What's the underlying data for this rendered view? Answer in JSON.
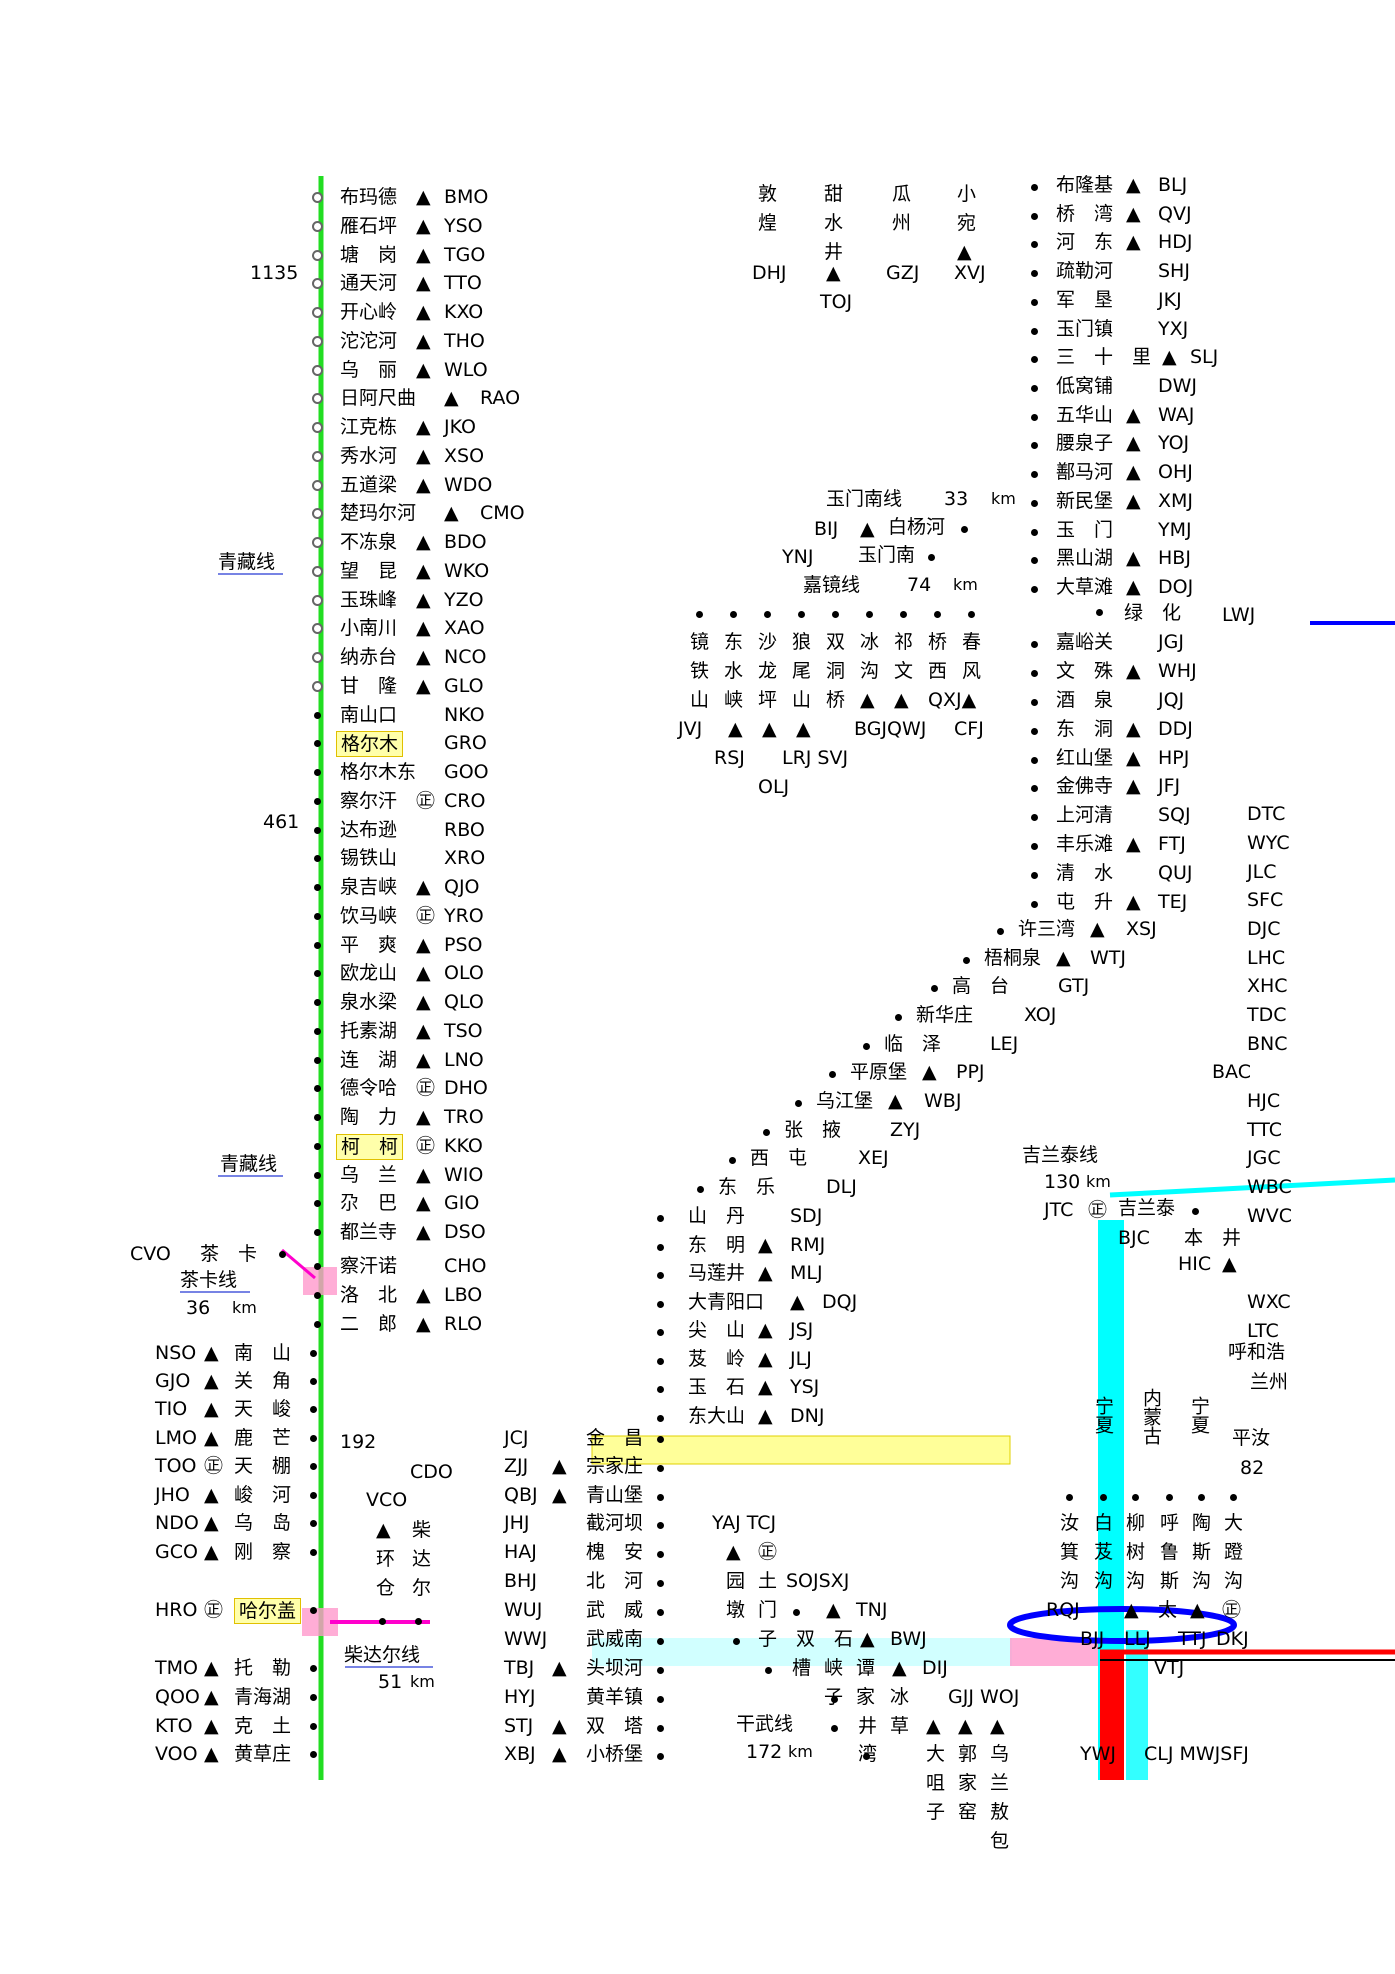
{
  "colors": {
    "qinghai_line": "#22dd22",
    "jilantai": "#00ffff",
    "red_line": "#ff0000",
    "blue_line": "#0000ff",
    "pink": "#ff99cc",
    "yellow": "#ffff99",
    "lightblue": "#ccffff"
  },
  "left_col": [
    {
      "name": "布玛德",
      "sym": "▲",
      "code": "BMO"
    },
    {
      "name": "雁石坪",
      "sym": "▲",
      "code": "YSO"
    },
    {
      "name": "塘　岗",
      "sym": "▲",
      "code": "TGO"
    },
    {
      "name": "通天河",
      "sym": "▲",
      "code": "TTO"
    },
    {
      "name": "开心岭",
      "sym": "▲",
      "code": "KXO"
    },
    {
      "name": "沱沱河",
      "sym": "▲",
      "code": "THO"
    },
    {
      "name": "乌　丽",
      "sym": "▲",
      "code": "WLO"
    },
    {
      "name": "日阿尺曲",
      "sym": "▲",
      "code": "RAO"
    },
    {
      "name": "江克栋",
      "sym": "▲",
      "code": "JKO"
    },
    {
      "name": "秀水河",
      "sym": "▲",
      "code": "XSO"
    },
    {
      "name": "五道梁",
      "sym": "▲",
      "code": "WDO"
    },
    {
      "name": "楚玛尔河",
      "sym": "▲",
      "code": "CMO"
    },
    {
      "name": "不冻泉",
      "sym": "▲",
      "code": "BDO"
    },
    {
      "name": "望　昆",
      "sym": "▲",
      "code": "WKO"
    },
    {
      "name": "玉珠峰",
      "sym": "▲",
      "code": "YZO"
    },
    {
      "name": "小南川",
      "sym": "▲",
      "code": "XAO"
    },
    {
      "name": "纳赤台",
      "sym": "▲",
      "code": "NCO"
    },
    {
      "name": "甘　隆",
      "sym": "▲",
      "code": "GLO"
    },
    {
      "name": "南山口",
      "sym": "",
      "code": "NKO"
    },
    {
      "name": "格尔木",
      "sym": "",
      "code": "GRO"
    },
    {
      "name": "格尔木东",
      "sym": "",
      "code": "GOO"
    },
    {
      "name": "察尔汗",
      "sym": "㊣",
      "code": "CRO"
    },
    {
      "name": "达布逊",
      "sym": "",
      "code": "RBO"
    },
    {
      "name": "锡铁山",
      "sym": "",
      "code": "XRO"
    },
    {
      "name": "泉吉峡",
      "sym": "▲",
      "code": "QJO"
    },
    {
      "name": "饮马峡",
      "sym": "㊣",
      "code": "YRO"
    },
    {
      "name": "平　爽",
      "sym": "▲",
      "code": "PSO"
    },
    {
      "name": "欧龙山",
      "sym": "▲",
      "code": "OLO"
    },
    {
      "name": "泉水梁",
      "sym": "▲",
      "code": "QLO"
    },
    {
      "name": "托素湖",
      "sym": "▲",
      "code": "TSO"
    },
    {
      "name": "连　湖",
      "sym": "▲",
      "code": "LNO"
    },
    {
      "name": "德令哈",
      "sym": "㊣",
      "code": "DHO"
    },
    {
      "name": "陶　力",
      "sym": "▲",
      "code": "TRO"
    },
    {
      "name": "柯　柯",
      "sym": "㊣",
      "code": "KKO"
    },
    {
      "name": "乌　兰",
      "sym": "▲",
      "code": "WIO"
    },
    {
      "name": "尕　巴",
      "sym": "▲",
      "code": "GIO"
    },
    {
      "name": "都兰寺",
      "sym": "▲",
      "code": "DSO"
    }
  ],
  "left_col_lower": [
    {
      "name": "察汗诺",
      "sym": "",
      "code": "CHO"
    },
    {
      "name": "洛　北",
      "sym": "▲",
      "code": "LBO"
    },
    {
      "name": "二　郎",
      "sym": "▲",
      "code": "RLO"
    }
  ],
  "far_left": [
    {
      "code": "NSO",
      "sym": "▲",
      "name": "南　山"
    },
    {
      "code": "GJO",
      "sym": "▲",
      "name": "关　角"
    },
    {
      "code": "TIO",
      "sym": "▲",
      "name": "天　峻"
    },
    {
      "code": "LMO",
      "sym": "▲",
      "name": "鹿　芒"
    },
    {
      "code": "TOO",
      "sym": "㊣",
      "name": "天　棚"
    },
    {
      "code": "JHO",
      "sym": "▲",
      "name": "峻　河"
    },
    {
      "code": "NDO",
      "sym": "▲",
      "name": "乌　岛"
    },
    {
      "code": "GCO",
      "sym": "▲",
      "name": "刚　察"
    },
    {
      "code": "HRO",
      "sym": "㊣",
      "name": "哈尔盖"
    },
    {
      "code": "TMO",
      "sym": "▲",
      "name": "托　勒"
    },
    {
      "code": "QOO",
      "sym": "▲",
      "name": "青海湖"
    },
    {
      "code": "KTO",
      "sym": "▲",
      "name": "克　土"
    },
    {
      "code": "VOO",
      "sym": "▲",
      "name": "黄草庄"
    }
  ],
  "labels": {
    "km1135": "1135",
    "km461": "461",
    "qingzang1": "青藏线",
    "qingzang2": "青藏线",
    "chaka_code": "CVO",
    "chaka_name": "茶　卡",
    "chaka_line": "茶卡线",
    "chaka_km": "36",
    "km": "km",
    "km192": "192",
    "cdo": "CDO",
    "vco": "VCO",
    "chaidaer": "柴达尔线",
    "chaidaer_km": "51",
    "chaidaer_vert": [
      "▲",
      "柴",
      "环",
      "达",
      "仓",
      "尔"
    ],
    "yumen_line": "玉门南线",
    "yumen_km": "33",
    "jiajing": "嘉镜线",
    "jiajing_km": "74",
    "ganwu": "干武线",
    "ganwu_km": "172",
    "jilantai": "吉兰泰线",
    "jilantai_km": "130",
    "bij": "BIJ",
    "baiyang": "白杨河",
    "ynj": "YNJ",
    "yumennan": "玉门南",
    "lvhua": "绿　化",
    "lwj": "LWJ",
    "jtc": "JTC",
    "jilantai_st": "吉兰泰",
    "bjc": "BJC",
    "benjing": "本　井",
    "hic": "HIC",
    "neimeng": "内蒙古",
    "ningxia1": "宁夏",
    "ningxia2": "宁夏",
    "pingru": "平汝",
    "pingru_km": "82",
    "huhehao": "呼和浩",
    "lanzhou": "兰州"
  },
  "top_mid": {
    "cols": [
      [
        "敦",
        "煌"
      ],
      [
        "甜",
        "水",
        "井"
      ],
      [
        "瓜",
        "州"
      ],
      [
        "小",
        "宛",
        "▲"
      ]
    ],
    "codes": [
      "DHJ",
      "▲",
      "GZJ",
      "XVJ"
    ],
    "toj": "TOJ"
  },
  "right_col": [
    {
      "name": "布隆基",
      "sym": "▲",
      "code": "BLJ"
    },
    {
      "name": "桥　湾",
      "sym": "▲",
      "code": "QVJ"
    },
    {
      "name": "河　东",
      "sym": "▲",
      "code": "HDJ"
    },
    {
      "name": "疏勒河",
      "sym": "",
      "code": "SHJ"
    },
    {
      "name": "军　垦",
      "sym": "",
      "code": "JKJ"
    },
    {
      "name": "玉门镇",
      "sym": "",
      "code": "YXJ"
    },
    {
      "name": "三　十　里",
      "sym": "▲",
      "code": "SLJ"
    },
    {
      "name": "低窝铺",
      "sym": "",
      "code": "DWJ"
    },
    {
      "name": "五华山",
      "sym": "▲",
      "code": "WAJ"
    },
    {
      "name": "腰泉子",
      "sym": "▲",
      "code": "YOJ"
    },
    {
      "name": "鄯马河",
      "sym": "▲",
      "code": "OHJ"
    },
    {
      "name": "新民堡",
      "sym": "▲",
      "code": "XMJ"
    },
    {
      "name": "玉　门",
      "sym": "",
      "code": "YMJ"
    },
    {
      "name": "黑山湖",
      "sym": "▲",
      "code": "HBJ"
    },
    {
      "name": "大草滩",
      "sym": "▲",
      "code": "DOJ"
    }
  ],
  "right_col2": [
    {
      "name": "嘉峪关",
      "sym": "",
      "code": "JGJ"
    },
    {
      "name": "文　殊",
      "sym": "▲",
      "code": "WHJ"
    },
    {
      "name": "酒　泉",
      "sym": "",
      "code": "JQJ"
    },
    {
      "name": "东　洞",
      "sym": "▲",
      "code": "DDJ"
    },
    {
      "name": "红山堡",
      "sym": "▲",
      "code": "HPJ"
    },
    {
      "name": "金佛寺",
      "sym": "▲",
      "code": "JFJ"
    },
    {
      "name": "上河清",
      "sym": "",
      "code": "SQJ"
    },
    {
      "name": "丰乐滩",
      "sym": "▲",
      "code": "FTJ"
    },
    {
      "name": "清　水",
      "sym": "",
      "code": "QUJ"
    },
    {
      "name": "屯　升",
      "sym": "▲",
      "code": "TEJ"
    }
  ],
  "far_right": [
    "DTC",
    "WYC",
    "JLC",
    "SFC",
    "DJC",
    "LHC",
    "XHC",
    "TDC",
    "BNC",
    "BAC",
    "HJC",
    "TTC",
    "JGC",
    "WBC",
    "WVC",
    "WXC",
    "LTC"
  ],
  "diag": [
    {
      "name": "许三湾",
      "sym": "▲",
      "code": "XSJ"
    },
    {
      "name": "梧桐泉",
      "sym": "▲",
      "code": "WTJ"
    },
    {
      "name": "高　台",
      "sym": "",
      "code": "GTJ"
    },
    {
      "name": "新华庄",
      "sym": "",
      "code": "XOJ"
    },
    {
      "name": "临　泽",
      "sym": "",
      "code": "LEJ"
    },
    {
      "name": "平原堡",
      "sym": "▲",
      "code": "PPJ"
    },
    {
      "name": "乌江堡",
      "sym": "▲",
      "code": "WBJ"
    },
    {
      "name": "张　掖",
      "sym": "",
      "code": "ZYJ"
    },
    {
      "name": "西　屯",
      "sym": "",
      "code": "XEJ"
    },
    {
      "name": "东　乐",
      "sym": "",
      "code": "DLJ"
    }
  ],
  "mid_col": [
    {
      "name": "山　丹",
      "sym": "",
      "code": "SDJ"
    },
    {
      "name": "东　明",
      "sym": "▲",
      "code": "RMJ"
    },
    {
      "name": "马莲井",
      "sym": "▲",
      "code": "MLJ"
    },
    {
      "name": "大青阳口",
      "sym": "▲",
      "code": "DQJ"
    },
    {
      "name": "尖　山",
      "sym": "▲",
      "code": "JSJ"
    },
    {
      "name": "芨　岭",
      "sym": "▲",
      "code": "JLJ"
    },
    {
      "name": "玉　石",
      "sym": "▲",
      "code": "YSJ"
    },
    {
      "name": "东大山",
      "sym": "▲",
      "code": "DNJ"
    }
  ],
  "jinchang": "金　昌",
  "lower_mid": [
    {
      "code": "JCJ",
      "sym": ""
    },
    {
      "code": "ZJJ",
      "sym": "▲",
      "name": "宗家庄"
    },
    {
      "code": "QBJ",
      "sym": "▲",
      "name": "青山堡"
    },
    {
      "code": "JHJ",
      "sym": "",
      "name": "截河坝"
    },
    {
      "code": "HAJ",
      "sym": "",
      "name": "槐　安"
    },
    {
      "code": "BHJ",
      "sym": "",
      "name": "北　河"
    },
    {
      "code": "WUJ",
      "sym": "",
      "name": "武　威"
    },
    {
      "code": "WWJ",
      "sym": "",
      "name": "武威南"
    },
    {
      "code": "TBJ",
      "sym": "▲",
      "name": "头坝河"
    },
    {
      "code": "HYJ",
      "sym": "",
      "name": "黄羊镇"
    },
    {
      "code": "STJ",
      "sym": "▲",
      "name": "双　塔"
    },
    {
      "code": "XBJ",
      "sym": "▲",
      "name": "小桥堡"
    }
  ],
  "jingtie": {
    "cols": [
      [
        "镜",
        "铁",
        "山"
      ],
      [
        "东",
        "水",
        "峡"
      ],
      [
        "沙",
        "龙",
        "坪"
      ],
      [
        "狼",
        "尾",
        "山"
      ],
      [
        "双",
        "洞",
        "桥"
      ],
      [
        "冰",
        "沟",
        "▲"
      ],
      [
        "祁",
        "文",
        "▲"
      ],
      [
        "桥",
        "西",
        "QXJ▲"
      ],
      [
        "春",
        "风"
      ]
    ],
    "codes_row1": [
      "JVJ",
      "▲",
      "▲",
      "▲",
      "BGJQWJ",
      "CFJ"
    ],
    "codes_row2": [
      "RSJ",
      "LRJ SVJ"
    ],
    "olj": "OLJ"
  },
  "wuwei_branch": {
    "yaj": "YAJ TCJ",
    "sym1": "▲",
    "sym2": "㊣",
    "yuantu": [
      "园",
      "墩"
    ],
    "tumen": [
      "土",
      "门"
    ],
    "sojsxj": "SOJSXJ",
    "tnj": "TNJ",
    "zishuangshi": "子　双　石",
    "bwj": "BWJ",
    "caoxia": [
      "槽",
      "峡",
      "谭"
    ],
    "dij": "DIJ",
    "zijia": [
      "子",
      "家"
    ],
    "bing": "冰",
    "jingcao": [
      "井",
      "草"
    ],
    "gjj": "GJJ WOJ",
    "wan": "湾",
    "dahe": [
      "大",
      "咀",
      "子"
    ],
    "guo": [
      "郭",
      "家",
      "窑"
    ],
    "wulan": [
      "乌",
      "兰",
      "敖",
      "包"
    ]
  },
  "right_lower": {
    "cols": [
      [
        "汝",
        "箕",
        "沟"
      ],
      [
        "白",
        "芨",
        "沟"
      ],
      [
        "柳",
        "树",
        "沟"
      ],
      [
        "呼",
        "鲁",
        "斯"
      ],
      [
        "陶",
        "斯",
        "沟"
      ],
      [
        "大",
        "蹬",
        "沟"
      ]
    ],
    "rqj": "RQJ",
    "tai": "太",
    "bjj": "BJJ",
    "llj": "LLJ",
    "ttj": "TTJ",
    "dkj": "DKJ",
    "vtj": "VTJ",
    "ywj": "YWJ",
    "clj": "CLJ MWJSFJ"
  }
}
